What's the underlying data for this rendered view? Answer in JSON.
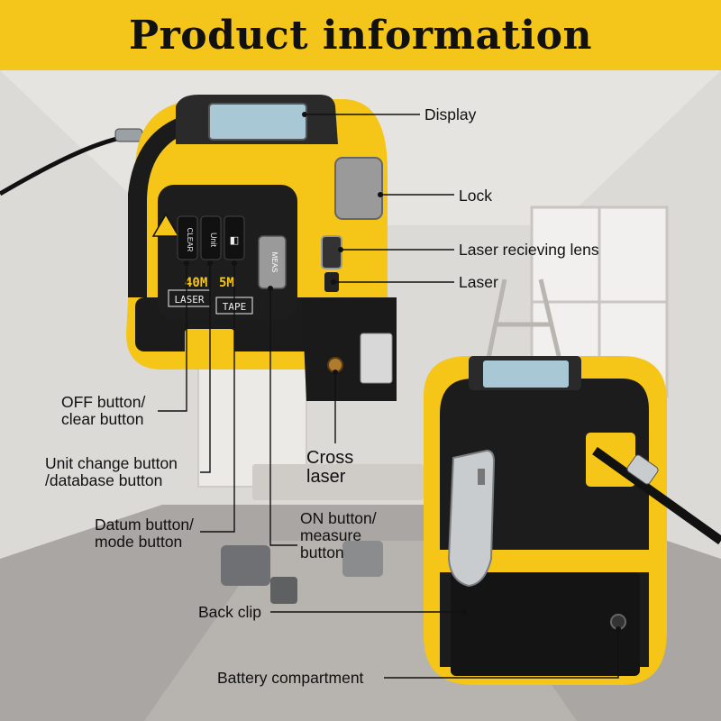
{
  "banner": {
    "title": "Product information",
    "color": "#f4c51a"
  },
  "device": {
    "body_color": "#f5c518",
    "frame_color": "#1b1b1b",
    "buttons": {
      "off": "CLEAR",
      "unit": "Unit",
      "datum": "◧",
      "on": "MEAS"
    },
    "panel": {
      "laser_range": "40M",
      "laser_label": "LASER",
      "tape_range": "5M",
      "tape_label": "TAPE"
    }
  },
  "labels": {
    "display": "Display",
    "lock": "Lock",
    "laser_receiving_lens": "Laser recieving lens",
    "laser": "Laser",
    "off_button": [
      "OFF button/",
      "clear button"
    ],
    "unit_button": [
      "Unit change button",
      "/database button"
    ],
    "datum_button": [
      "Datum button/",
      "mode button"
    ],
    "cross_laser": [
      "Cross",
      "laser"
    ],
    "on_button": [
      "ON button/",
      "measure",
      "button"
    ],
    "back_clip": "Back clip",
    "battery": "Battery compartment"
  }
}
